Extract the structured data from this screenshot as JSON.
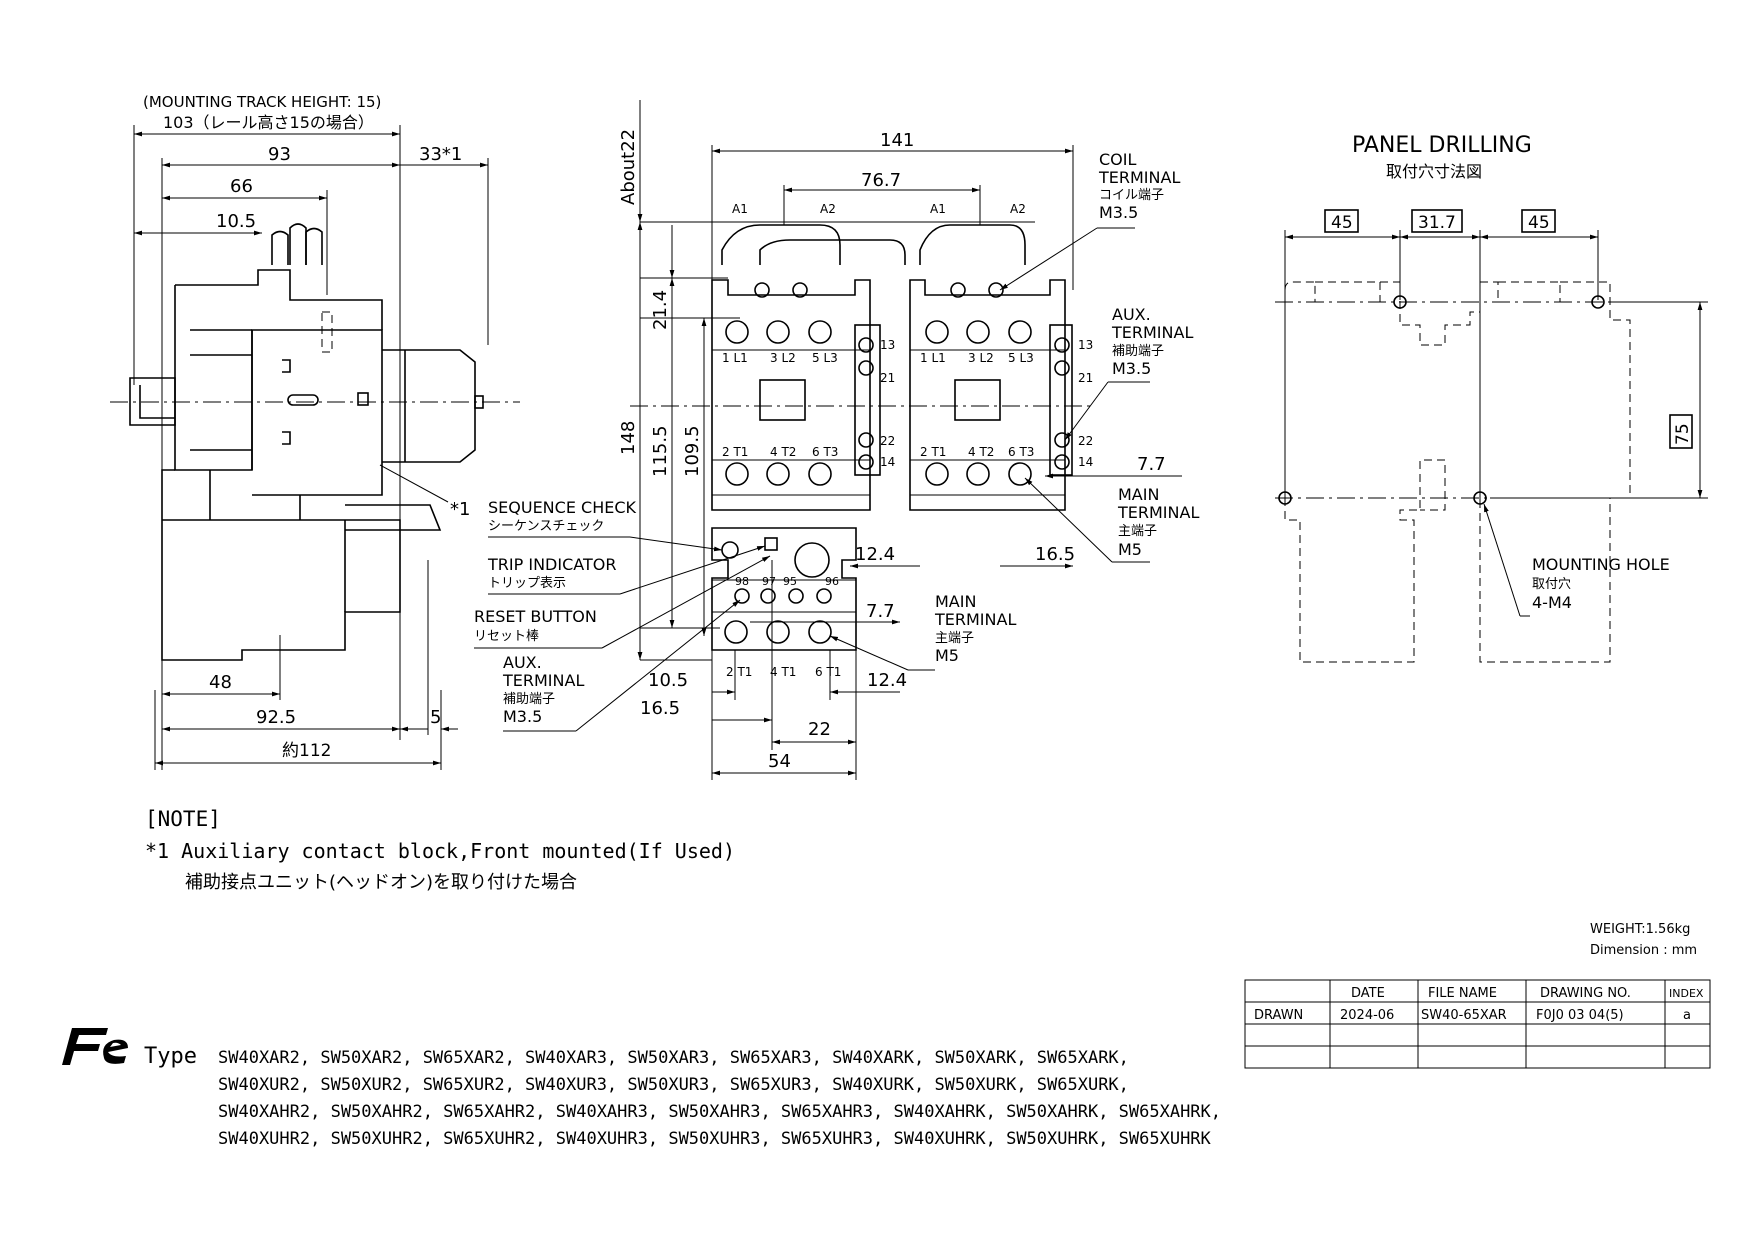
{
  "side_view": {
    "track_height_note": "(MOUNTING TRACK HEIGHT: 15)",
    "dims": {
      "d103": "103（レール高さ15の場合）",
      "d93": "93",
      "d33": "33*1",
      "d66": "66",
      "d10_5": "10.5",
      "d48": "48",
      "d92_5": "92.5",
      "d5": "5",
      "d112": "約112"
    },
    "star_note": "*1"
  },
  "front_view": {
    "dims": {
      "about22": "About22",
      "d141": "141",
      "d76_7": "76.7",
      "d21_4": "21.4",
      "d148": "148",
      "d115_5": "115.5",
      "d109_5": "109.5",
      "d7_7a": "7.7",
      "d12_4a": "12.4",
      "d16_5a": "16.5",
      "d7_7b": "7.7",
      "d10_5": "10.5",
      "d12_4b": "12.4",
      "d16_5b": "16.5",
      "d22": "22",
      "d54": "54"
    },
    "terminals": {
      "a1": "A1",
      "a2": "A2",
      "l1": "1 L1",
      "l2": "3 L2",
      "l3": "5 L3",
      "t1": "2 T1",
      "t2": "4 T2",
      "t3": "6 T3",
      "n13": "13",
      "n14": "14",
      "n21": "21",
      "n22": "22",
      "or98": "98",
      "or97": "97",
      "or95": "95",
      "or96": "96",
      "or_t1": "2 T1",
      "or_t2": "4 T1",
      "or_t3": "6 T1"
    },
    "callouts": {
      "coil_title": "COIL",
      "coil_title2": "TERMINAL",
      "coil_jp": "コイル端子",
      "coil_size": "M3.5",
      "aux_title": "AUX.",
      "aux_title2": "TERMINAL",
      "aux_jp": "補助端子",
      "aux_size": "M3.5",
      "main_title": "MAIN",
      "main_title2": "TERMINAL",
      "main_jp": "主端子",
      "main_size": "M5",
      "seq_title": "SEQUENCE CHECK",
      "seq_jp": "シーケンスチェック",
      "trip_title": "TRIP INDICATOR",
      "trip_jp": "トリップ表示",
      "reset_title": "RESET BUTTON",
      "reset_jp": "リセット棒",
      "aux2_title": "AUX.",
      "aux2_title2": "TERMINAL",
      "aux2_jp": "補助端子",
      "aux2_size": "M3.5",
      "main2_title": "MAIN",
      "main2_title2": "TERMINAL",
      "main2_jp": "主端子",
      "main2_size": "M5"
    }
  },
  "panel_drilling": {
    "title": "PANEL DRILLING",
    "title_jp": "取付穴寸法図",
    "d45a": "45",
    "d31_7": "31.7",
    "d45b": "45",
    "d75": "75",
    "hole_title": "MOUNTING HOLE",
    "hole_jp": "取付穴",
    "hole_size": "4-M4"
  },
  "note": {
    "heading": "[NOTE]",
    "line1": "*1  Auxiliary contact block,Front mounted(If Used)",
    "line2": "補助接点ユニット(ヘッドオン)を取り付けた場合"
  },
  "meta": {
    "weight": "WEIGHT:1.56kg",
    "dimension": "Dimension : mm"
  },
  "title_block": {
    "headers": [
      "",
      "DATE",
      "FILE NAME",
      "DRAWING NO.",
      "INDEX"
    ],
    "row": [
      "DRAWN",
      "2024-06",
      "SW40-65XAR",
      "F0J0 03 04(5)",
      "a"
    ]
  },
  "type_block": {
    "label": "Type",
    "lines": [
      "SW40XAR2, SW50XAR2, SW65XAR2, SW40XAR3, SW50XAR3, SW65XAR3, SW40XARK, SW50XARK, SW65XARK,",
      "SW40XUR2, SW50XUR2, SW65XUR2, SW40XUR3, SW50XUR3, SW65XUR3, SW40XURK, SW50XURK, SW65XURK,",
      "SW40XAHR2, SW50XAHR2, SW65XAHR2, SW40XAHR3, SW50XAHR3, SW65XAHR3, SW40XAHRK, SW50XAHRK, SW65XAHRK,",
      "SW40XUHR2, SW50XUHR2, SW65XUHR2, SW40XUHR3, SW50XUHR3, SW65XUHR3, SW40XUHRK, SW50XUHRK, SW65XUHRK"
    ]
  }
}
